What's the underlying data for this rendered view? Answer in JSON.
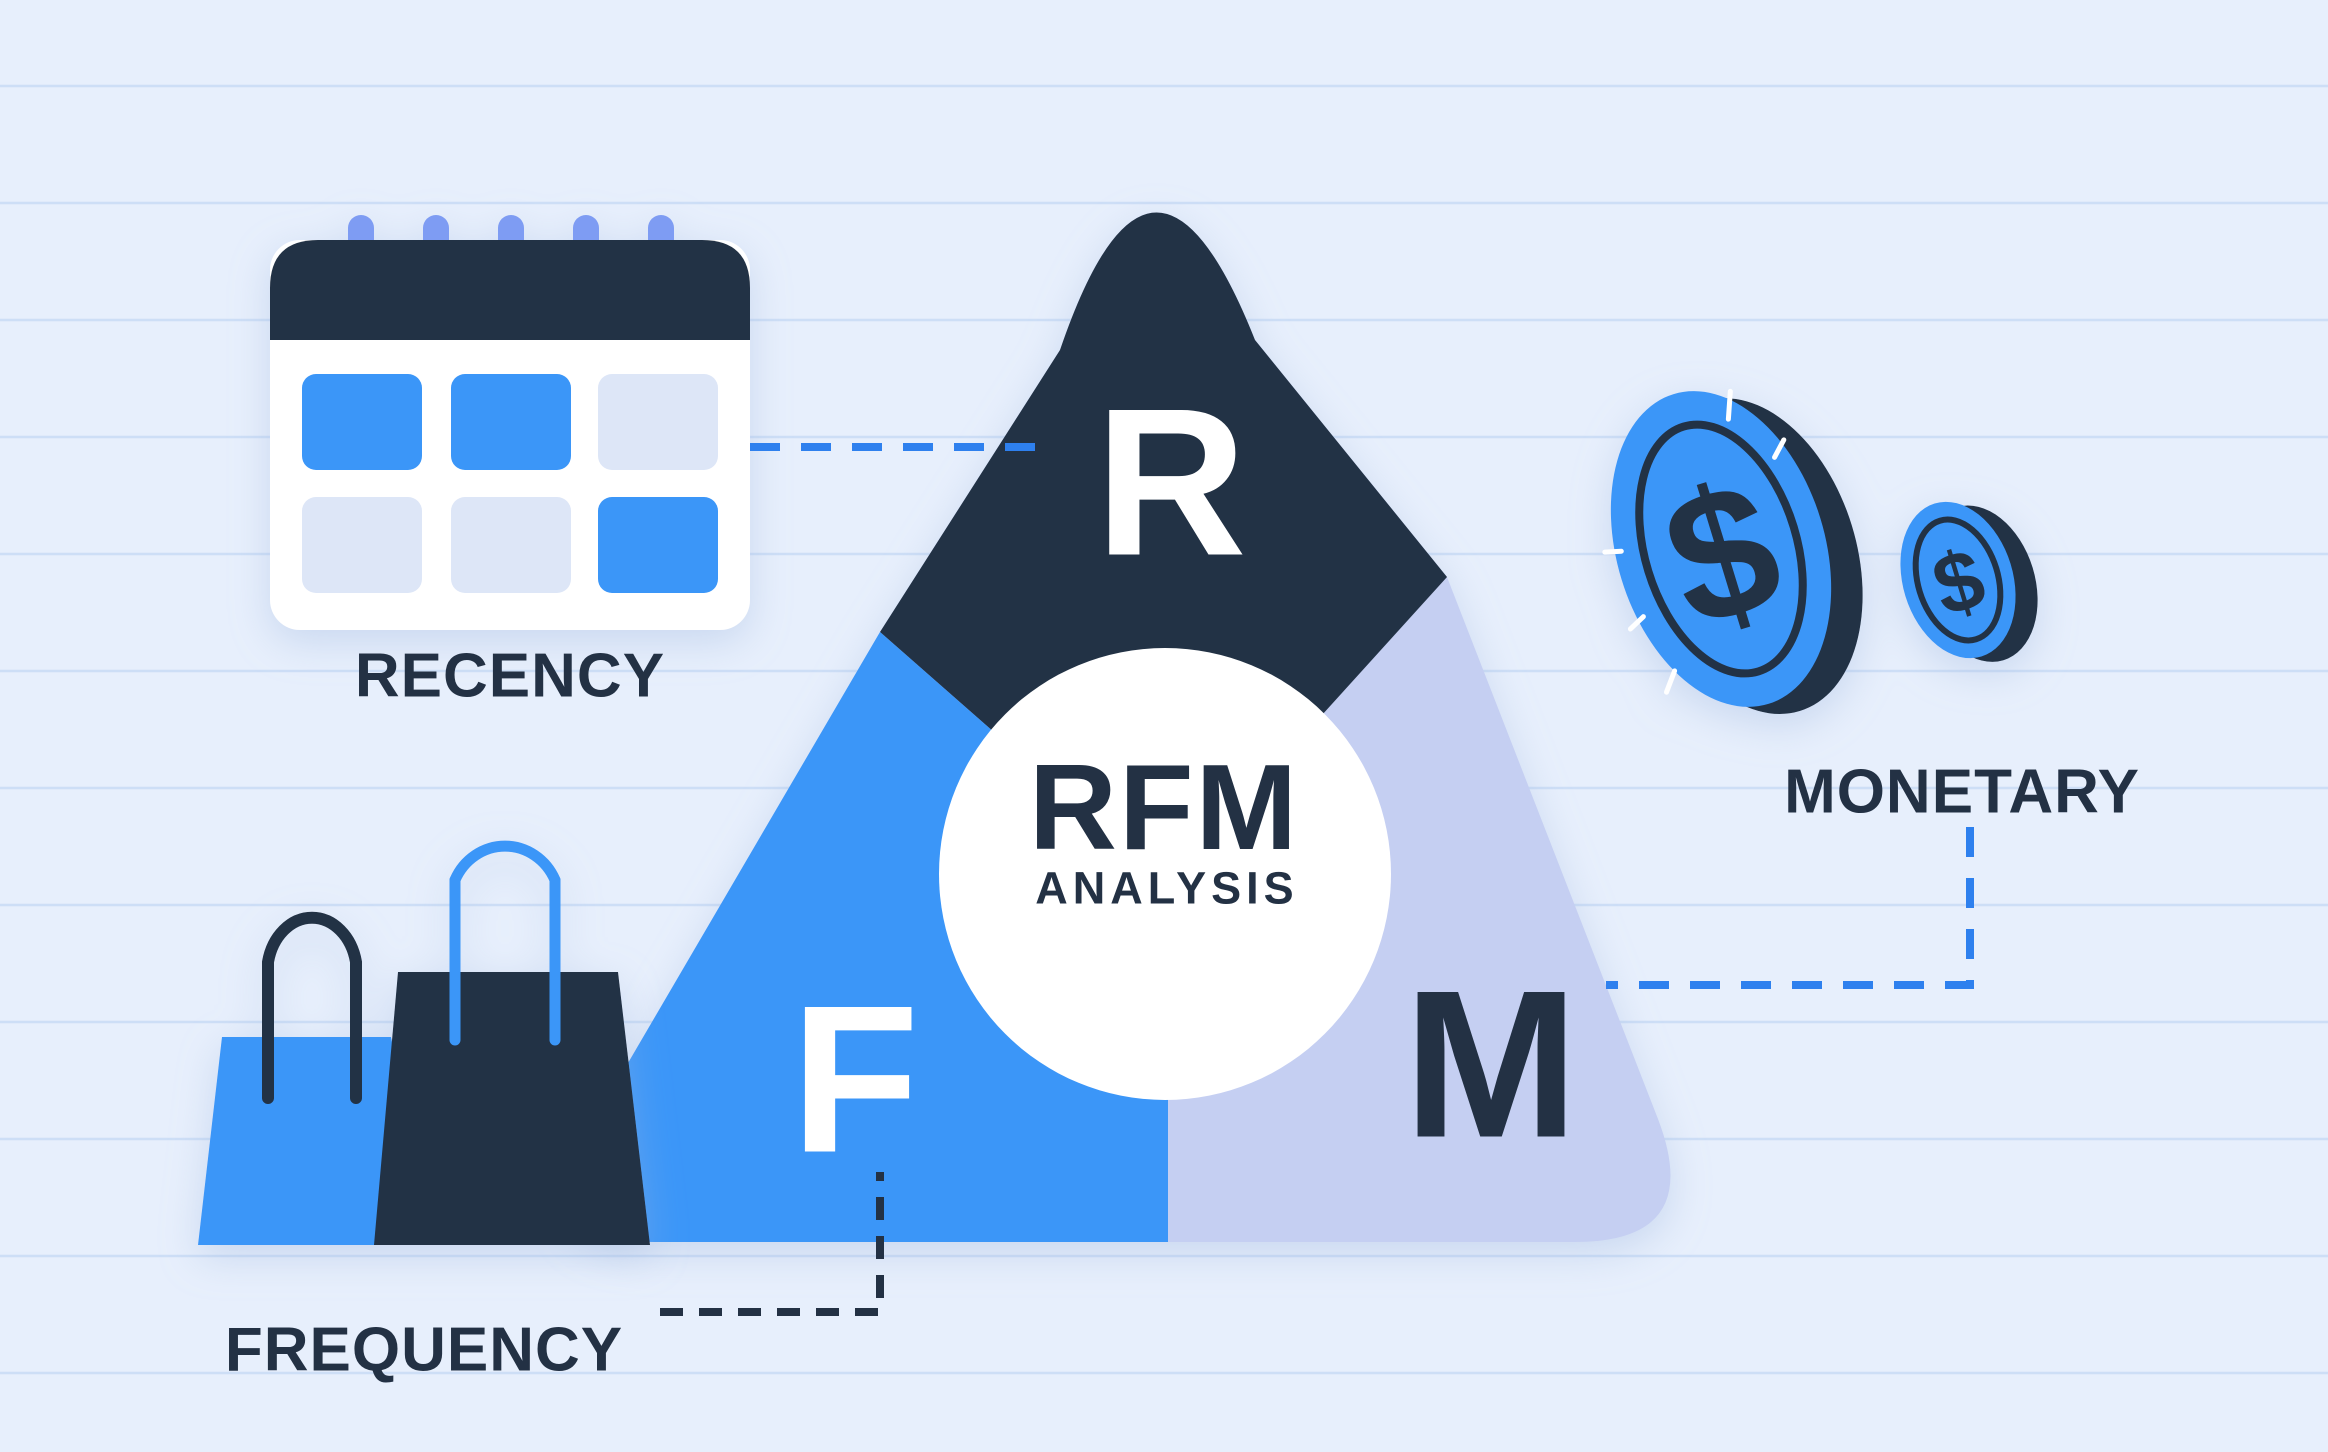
{
  "title": "RFM Analysis infographic",
  "colors": {
    "bg": "#e7effc",
    "ruled_line": "#cddef6",
    "navy": "#233144",
    "blue": "#3b96f8",
    "lavender": "#c5cff2",
    "periwinkle": "#7e9cf3",
    "cell_light": "#dde6f7",
    "dash_blue": "#2e80ee",
    "white": "#ffffff"
  },
  "center": {
    "acronym": "RFM",
    "subtitle": "ANALYSIS"
  },
  "sections": {
    "recency": {
      "letter": "R",
      "label": "RECENCY",
      "icon": "calendar-icon"
    },
    "frequency": {
      "letter": "F",
      "label": "FREQUENCY",
      "icon": "shopping-bags-icon"
    },
    "monetary": {
      "letter": "M",
      "label": "MONETARY",
      "icon": "dollar-coins-icon",
      "coin_symbol": "$"
    }
  }
}
